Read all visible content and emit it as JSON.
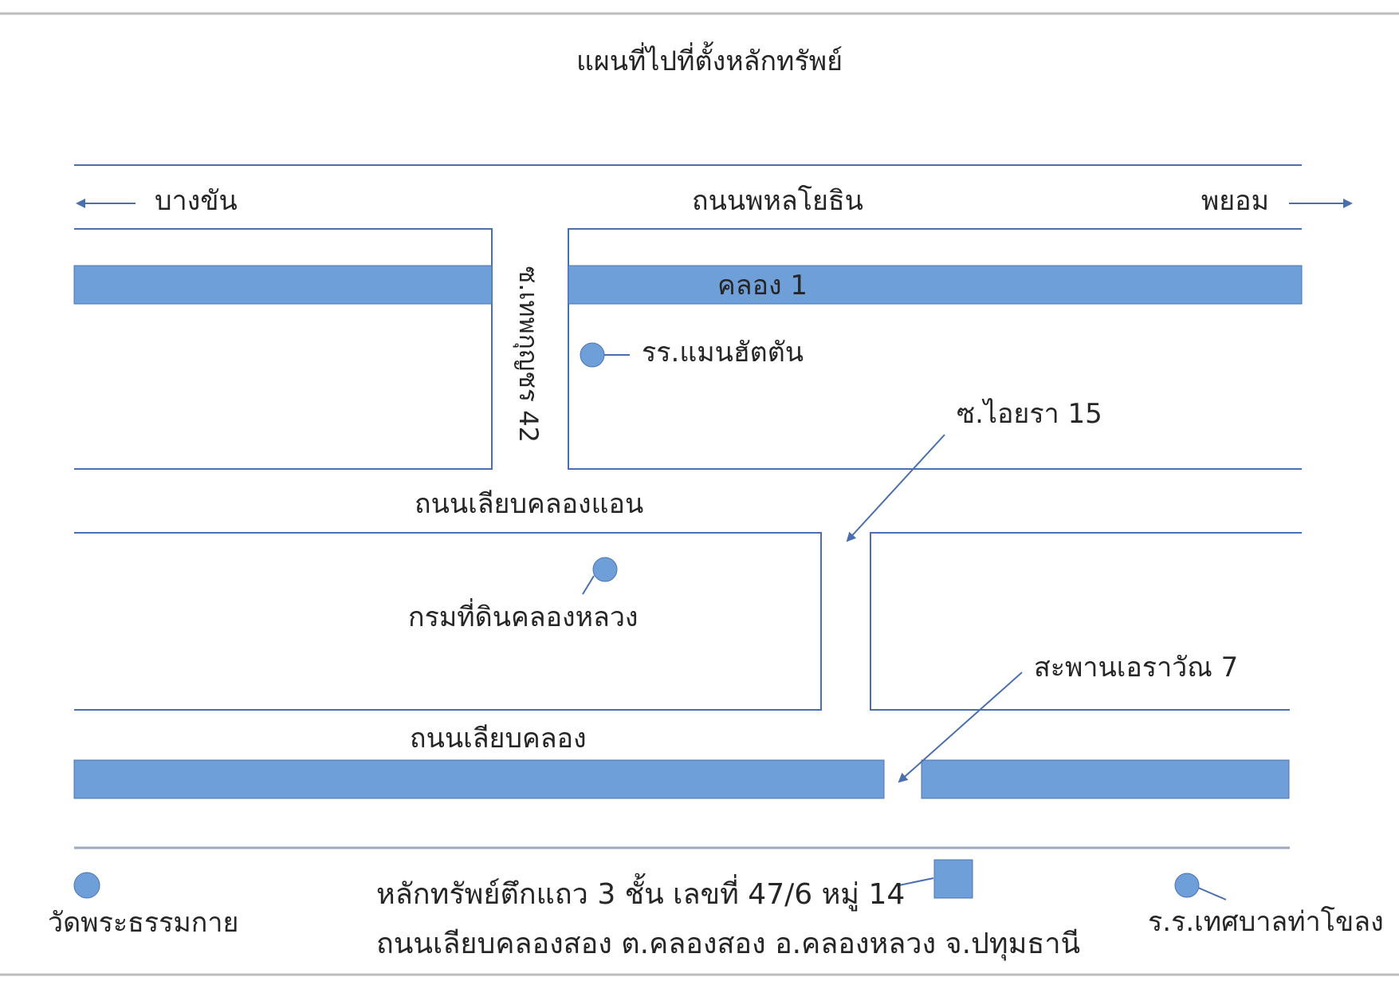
{
  "map": {
    "title": "แผนที่ไปที่ตั้งหลักทรัพย์",
    "colors": {
      "canal": "#6f9fd8",
      "canal_stroke": "#4b73b0",
      "road_line": "#4a6fae",
      "frame": "#bdbdbd",
      "marker": "#6f9fd8",
      "text": "#262626"
    },
    "roads": {
      "main": "ถนนพหลโยธิน",
      "soi_vertical": "ซ.เทพกุญชร 42",
      "khlong_haen": "ถนนเลียบคลองแอน",
      "liap_khlong": "ถนนเลียบคลอง"
    },
    "directions": {
      "left": "บางขัน",
      "right": "พยอม"
    },
    "canals": {
      "khlong_1": "คลอง 1"
    },
    "pois": {
      "school_manhattan": "รร.แมนฮัตตัน",
      "soi_aiyara": "ซ.ไอยรา 15",
      "land_department": "กรมที่ดินคลองหลวง",
      "bridge": "สะพานเอราวัณ 7",
      "temple": "วัดพระธรรมกาย",
      "municipal_school": "ร.ร.เทศบาลท่าโขลง"
    },
    "property": {
      "line1": "หลักทรัพย์ตึกแถว 3 ชั้น เลขที่ 47/6 หมู่ 14",
      "line2": "ถนนเลียบคลองสอง ต.คลองสอง อ.คลองหลวง จ.ปทุมธานี"
    }
  }
}
